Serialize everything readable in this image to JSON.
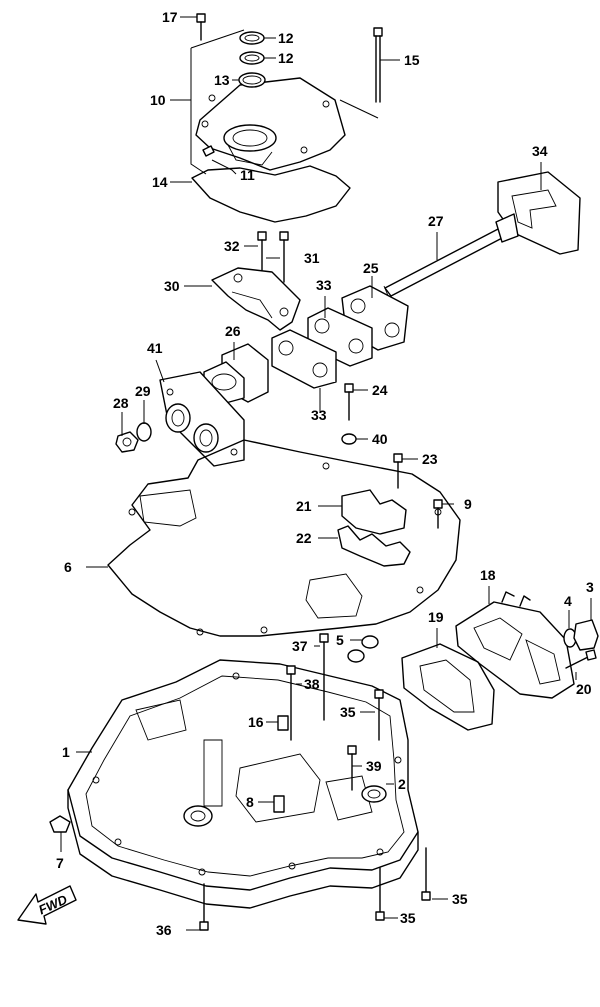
{
  "callouts": [
    "17",
    "12",
    "12",
    "13",
    "15",
    "10",
    "11",
    "14",
    "34",
    "27",
    "32",
    "31",
    "30",
    "25",
    "33",
    "26",
    "41",
    "29",
    "28",
    "33",
    "24",
    "40",
    "23",
    "9",
    "21",
    "22",
    "6",
    "18",
    "3",
    "4",
    "19",
    "37",
    "5",
    "38",
    "20",
    "35",
    "16",
    "1",
    "39",
    "8",
    "2",
    "7",
    "35",
    "36",
    "35"
  ],
  "fwd_label": "FWD"
}
